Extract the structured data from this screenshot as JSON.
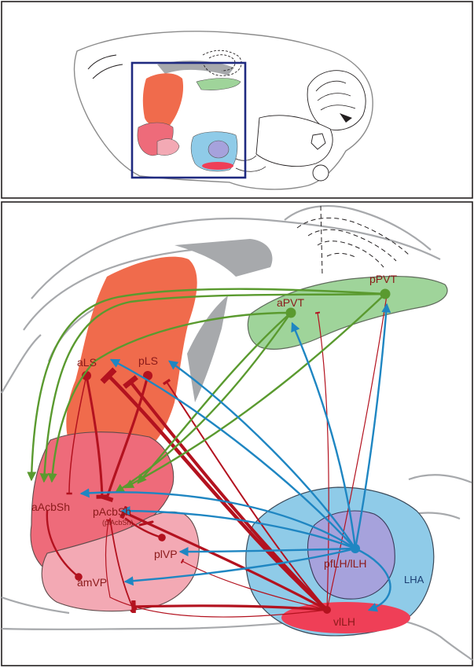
{
  "labels": {
    "aLS": "aLS",
    "pLS": "pLS",
    "aPVT": "aPVT",
    "pPVT": "pPVT",
    "aAcbSh": "aAcbSh",
    "pAcbSh": "pAcbSh",
    "plAcbSh": "(plAcbSh)",
    "plVP": "plVP",
    "amVP": "amVP",
    "pfLH": "pfLH/lLH",
    "LHA": "LHA",
    "vlLH": "vlLH"
  },
  "colors": {
    "ls_region": "#f06b4c",
    "pvt_region": "#9fd49a",
    "acbsh_region": "#ee6b7a",
    "vp_region": "#f3a9b4",
    "lha_region": "#8fcbe8",
    "pflh_region": "#a6a2dc",
    "vllh_region": "#ef3f57",
    "red_projection": "#b3121f",
    "green_projection": "#5a9a2f",
    "blue_projection": "#1f86c2",
    "inset_box": "#1f2a80",
    "brain_outline": "#a7a9ac"
  }
}
